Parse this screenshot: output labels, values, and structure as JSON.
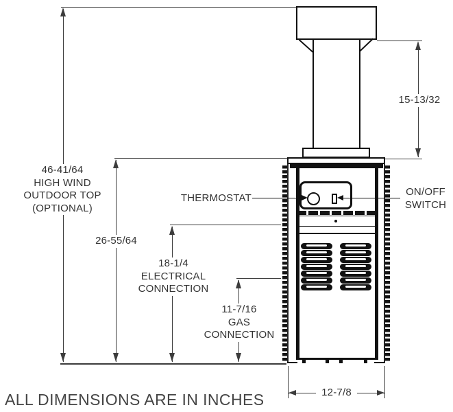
{
  "diagram": {
    "footnote": "ALL DIMENSIONS ARE IN INCHES",
    "dims": {
      "outdoor_top": {
        "value": "46-41/64",
        "lines": [
          "HIGH WIND",
          "OUTDOOR TOP",
          "(OPTIONAL)"
        ]
      },
      "cabinet_height": {
        "value": "26-55/64"
      },
      "electrical": {
        "value": "18-1/4",
        "lines": [
          "ELECTRICAL",
          "CONNECTION"
        ]
      },
      "gas": {
        "value": "11-7/16",
        "lines": [
          "GAS",
          "CONNECTION"
        ]
      },
      "vent_height": {
        "value": "15-13/32"
      },
      "cabinet_width": {
        "value": "12-7/8"
      }
    },
    "callouts": {
      "thermostat": "THERMOSTAT",
      "on_off_switch": {
        "lines": [
          "ON/OFF",
          "SWITCH"
        ]
      }
    },
    "colors": {
      "dimension_line": "#3c3c3c",
      "object_line": "#111111",
      "text": "#333333",
      "background": "#ffffff"
    }
  }
}
